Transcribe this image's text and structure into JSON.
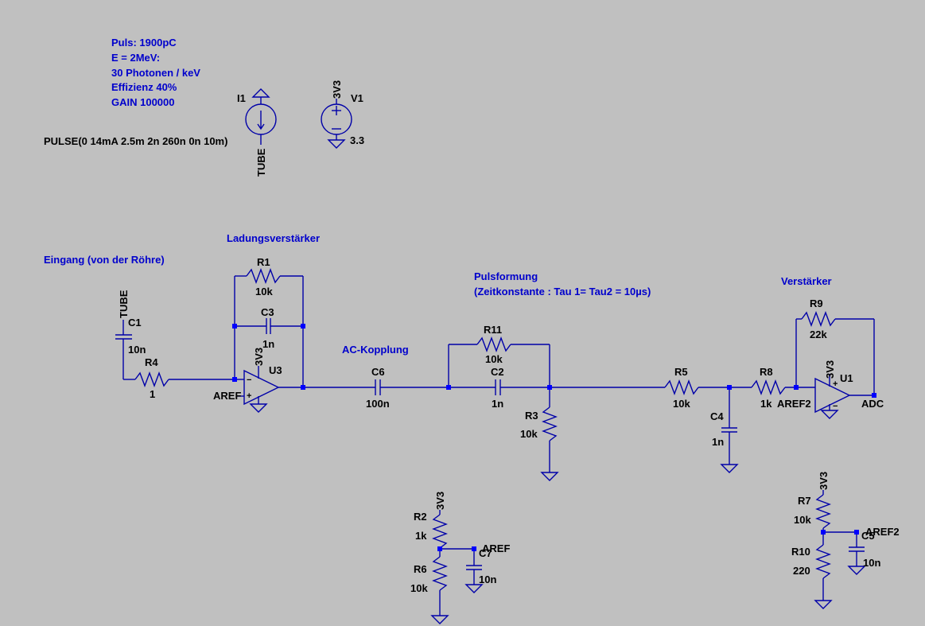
{
  "notes": {
    "params": [
      "Puls: 1900pC",
      "E = 2MeV:",
      "30 Photonen / keV",
      "Effizienz 40%",
      "GAIN 100000"
    ],
    "pulse": "PULSE(0 14mA 2.5m 2n 260n 0n 10m)"
  },
  "sections": {
    "input": "Eingang (von der Röhre)",
    "charge_amp": "Ladungsverstärker",
    "ac_coupling": "AC-Kopplung",
    "pulse_shaping": "Pulsformung",
    "pulse_shaping_detail": "(Zeitkonstante : Tau 1= Tau2 = 10µs)",
    "amplifier": "Verstärker"
  },
  "sources": {
    "i1": {
      "name": "I1",
      "net": "TUBE"
    },
    "v1": {
      "name": "V1",
      "net": "3V3",
      "value": "3.3"
    }
  },
  "components": {
    "r1": {
      "name": "R1",
      "value": "10k"
    },
    "c3": {
      "name": "C3",
      "value": "1n"
    },
    "c1": {
      "name": "C1",
      "value": "10n",
      "net": "TUBE"
    },
    "r4": {
      "name": "R4",
      "value": "1"
    },
    "u3": {
      "name": "U3",
      "supply": "3V3",
      "ref": "AREF"
    },
    "c6": {
      "name": "C6",
      "value": "100n"
    },
    "r11": {
      "name": "R11",
      "value": "10k"
    },
    "c2": {
      "name": "C2",
      "value": "1n"
    },
    "r3": {
      "name": "R3",
      "value": "10k"
    },
    "r5": {
      "name": "R5",
      "value": "10k"
    },
    "c4": {
      "name": "C4",
      "value": "1n"
    },
    "r8": {
      "name": "R8",
      "value": "1k"
    },
    "r9": {
      "name": "R9",
      "value": "22k"
    },
    "u1": {
      "name": "U1",
      "supply": "3V3",
      "ref": "AREF2",
      "out": "ADC"
    },
    "r2": {
      "name": "R2",
      "value": "1k",
      "supply": "3V3"
    },
    "r6": {
      "name": "R6",
      "value": "10k"
    },
    "c7": {
      "name": "C7",
      "value": "10n",
      "net": "AREF"
    },
    "r7": {
      "name": "R7",
      "value": "10k",
      "supply": "3V3"
    },
    "r10": {
      "name": "R10",
      "value": "220"
    },
    "c5": {
      "name": "C5",
      "value": "10n",
      "net": "AREF2"
    }
  },
  "colors": {
    "background": "#c0c0c0",
    "wire": "#0000a8",
    "comment": "#0000cc",
    "junction": "#0000ff"
  }
}
